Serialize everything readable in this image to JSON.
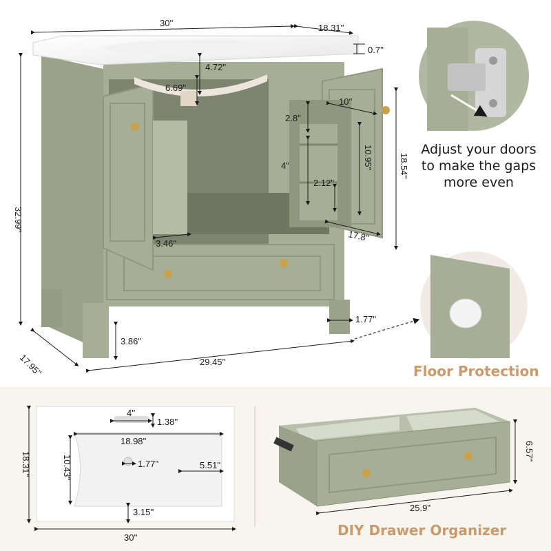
{
  "vanity": {
    "width": "30''",
    "depth_top": "18.31''",
    "top_thickness": "0.7''",
    "basin_depth": "4.72''",
    "drain_offset": "6.69''",
    "shelf_width": "10''",
    "shelf_upper_gap": "2.8''",
    "shelf_height": "10.95''",
    "shelf_middle": "4''",
    "shelf_lower": "2.12''",
    "door_height": "18.54''",
    "shelf_depth": "17.8''",
    "total_height": "32.99''",
    "side_panel": "3.46''",
    "leg_width": "1.77''",
    "leg_height": "3.86''",
    "base_width": "29.45''",
    "base_depth": "17.95''"
  },
  "hinge_caption": "Adjust your doors to make the gaps more even",
  "floor_protection_title": "Floor Protection",
  "sink_top": {
    "faucet_hole_width": "4''",
    "faucet_hole_depth": "1.38''",
    "basin_width": "18.98''",
    "basin_depth": "10.43''",
    "drain_diameter": "1.77''",
    "side_margin": "5.51''",
    "front_margin": "3.15''",
    "overall_depth": "18.31''",
    "overall_width": "30''"
  },
  "drawer": {
    "height": "6.57''",
    "width": "25.9''",
    "title": "DIY Drawer Organizer"
  },
  "colors": {
    "cabinet": "#a6ae96",
    "cabinet_dark": "#8f977f",
    "accent_title": "#c99a6b",
    "knob": "#c9a14a",
    "band": "#f8f4ee"
  }
}
